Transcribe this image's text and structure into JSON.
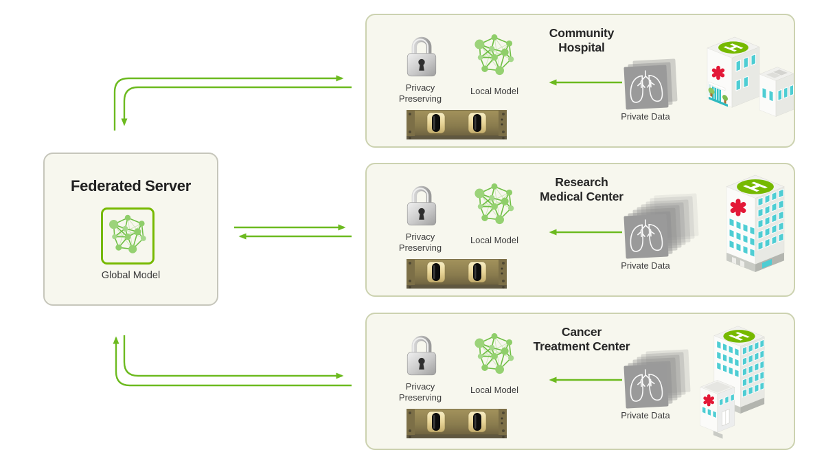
{
  "server": {
    "title": "Federated Server",
    "model_label": "Global Model"
  },
  "sites": [
    {
      "title_line1": "Community",
      "title_line2": "Hospital",
      "privacy_label": "Privacy Preserving",
      "model_label": "Local Model",
      "data_label": "Private Data",
      "data_layers": 3
    },
    {
      "title_line1": "Research",
      "title_line2": "Medical Center",
      "privacy_label": "Privacy Preserving",
      "model_label": "Local Model",
      "data_label": "Private Data",
      "data_layers": 8
    },
    {
      "title_line1": "Cancer",
      "title_line2": "Treatment Center",
      "privacy_label": "Privacy Preserving",
      "model_label": "Local Model",
      "data_label": "Private Data",
      "data_layers": 6
    }
  ],
  "colors": {
    "arrow_green": "#6cba1f",
    "model_border_green": "#76b900",
    "network_green": "#6fbf44",
    "node_green": "#8fce6a",
    "helipad_green": "#76b900",
    "cross_red": "#e31837",
    "window_teal": "#4ecdd3",
    "panel_bg": "#f7f7ee",
    "panel_border": "#ccd2b0",
    "rack_khaki": "#8a7c4e",
    "data_gray": "#9a9a9a"
  }
}
